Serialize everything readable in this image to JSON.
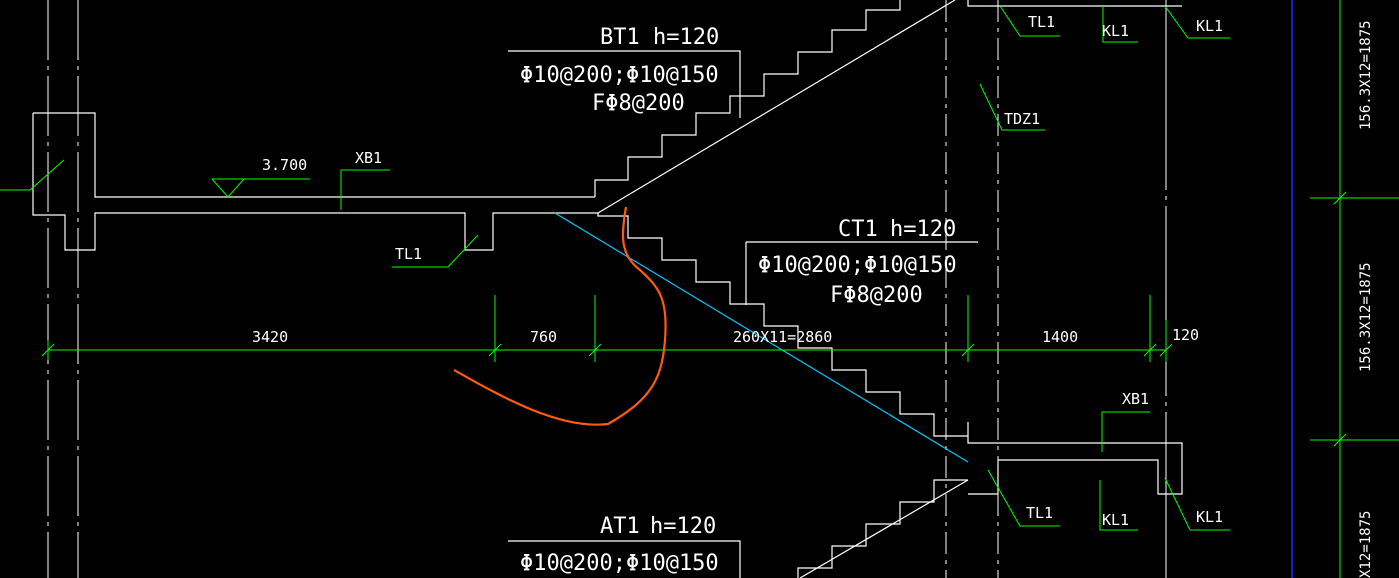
{
  "colors": {
    "background": "#000000",
    "structure": "#ffffff",
    "dimension": "#00ff00",
    "leader": "#00ff00",
    "section_line": "#00c8ff",
    "grid_blue": "#1a2cff",
    "annotation_markup": "#ff5a10"
  },
  "stairs": {
    "bt1": {
      "name": "BT1",
      "thickness": "h=120",
      "rebar_main": "Φ10@200;Φ10@150",
      "rebar_dist": "FΦ8@200"
    },
    "ct1": {
      "name": "CT1",
      "thickness": "h=120",
      "rebar_main": "Φ10@200;Φ10@150",
      "rebar_dist": "FΦ8@200"
    },
    "at1": {
      "name": "AT1",
      "thickness": "h=120",
      "rebar_main": "Φ10@200;Φ10@150"
    }
  },
  "labels": {
    "elevation": "3.700",
    "slab_xb1_left": "XB1",
    "slab_xb1_right": "XB1",
    "beam_tl1_left": "TL1",
    "beam_tl1_top": "TL1",
    "beam_tl1_bottom": "TL1",
    "beam_kl1_top_a": "KL1",
    "beam_kl1_top_b": "KL1",
    "beam_kl1_bottom_a": "KL1",
    "beam_kl1_bottom_b": "KL1",
    "column_tdz1": "TDZ1"
  },
  "dimensions": {
    "d1": "3420",
    "d2": "760",
    "d3": "260X11=2860",
    "d4": "1400",
    "d5": "120",
    "v1": "156.3X12=1875",
    "v2": "156.3X12=1875",
    "v3": "X12=1875"
  }
}
